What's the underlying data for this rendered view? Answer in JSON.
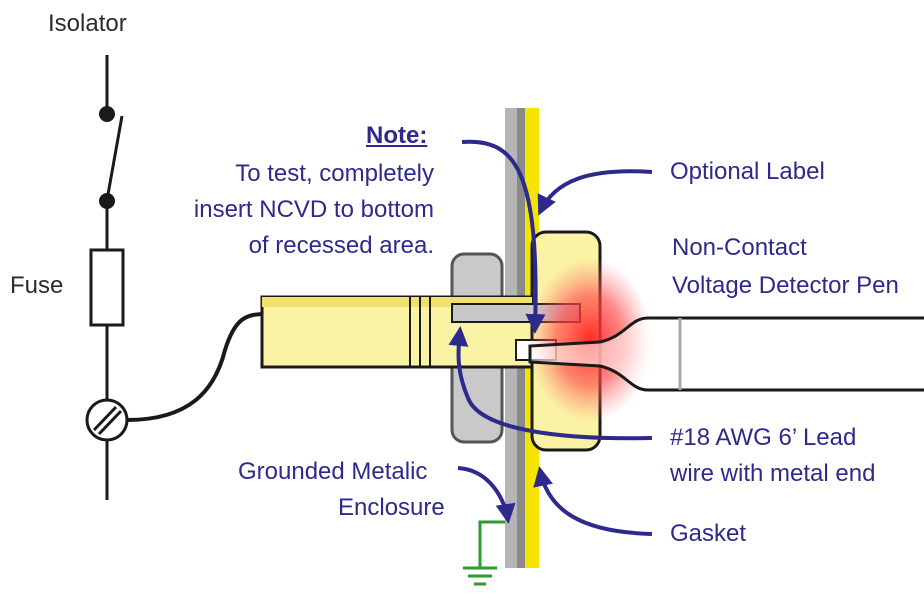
{
  "labels": {
    "isolator": "Isolator",
    "fuse": "Fuse",
    "note_title": "Note:",
    "note_line1": "To test, completely",
    "note_line2": "insert NCVD to bottom",
    "note_line3": "of recessed area.",
    "optional_label": "Optional Label",
    "ncvd_line1": "Non-Contact",
    "ncvd_line2": "Voltage Detector Pen",
    "lead_line1": "#18 AWG 6’ Lead",
    "lead_line2": "wire with metal end",
    "enclosure_line1": "Grounded Metalic",
    "enclosure_line2": "Enclosure",
    "gasket": "Gasket"
  },
  "colors": {
    "annotation_blue": "#2e2a8c",
    "body_yellow": "#fbf3a4",
    "label_yellow": "#f5e400",
    "enclosure_gray": "#b5b5b5",
    "ground_green": "#2e9b2e",
    "glow_red": "#ff2a2a",
    "line_dark": "#1a1a1a"
  }
}
